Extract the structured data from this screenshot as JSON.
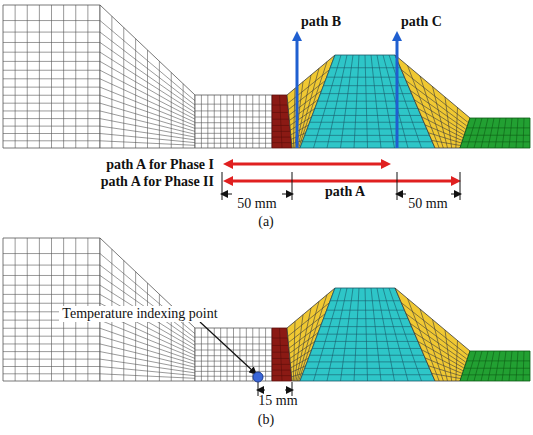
{
  "diagram": {
    "labels": [
      "path B",
      "path C",
      "path A for Phase I",
      "path A for Phase II",
      "50 mm",
      "path A",
      "50 mm",
      "(a)",
      "Temperature indexing point",
      "15 mm",
      "(b)"
    ]
  }
}
